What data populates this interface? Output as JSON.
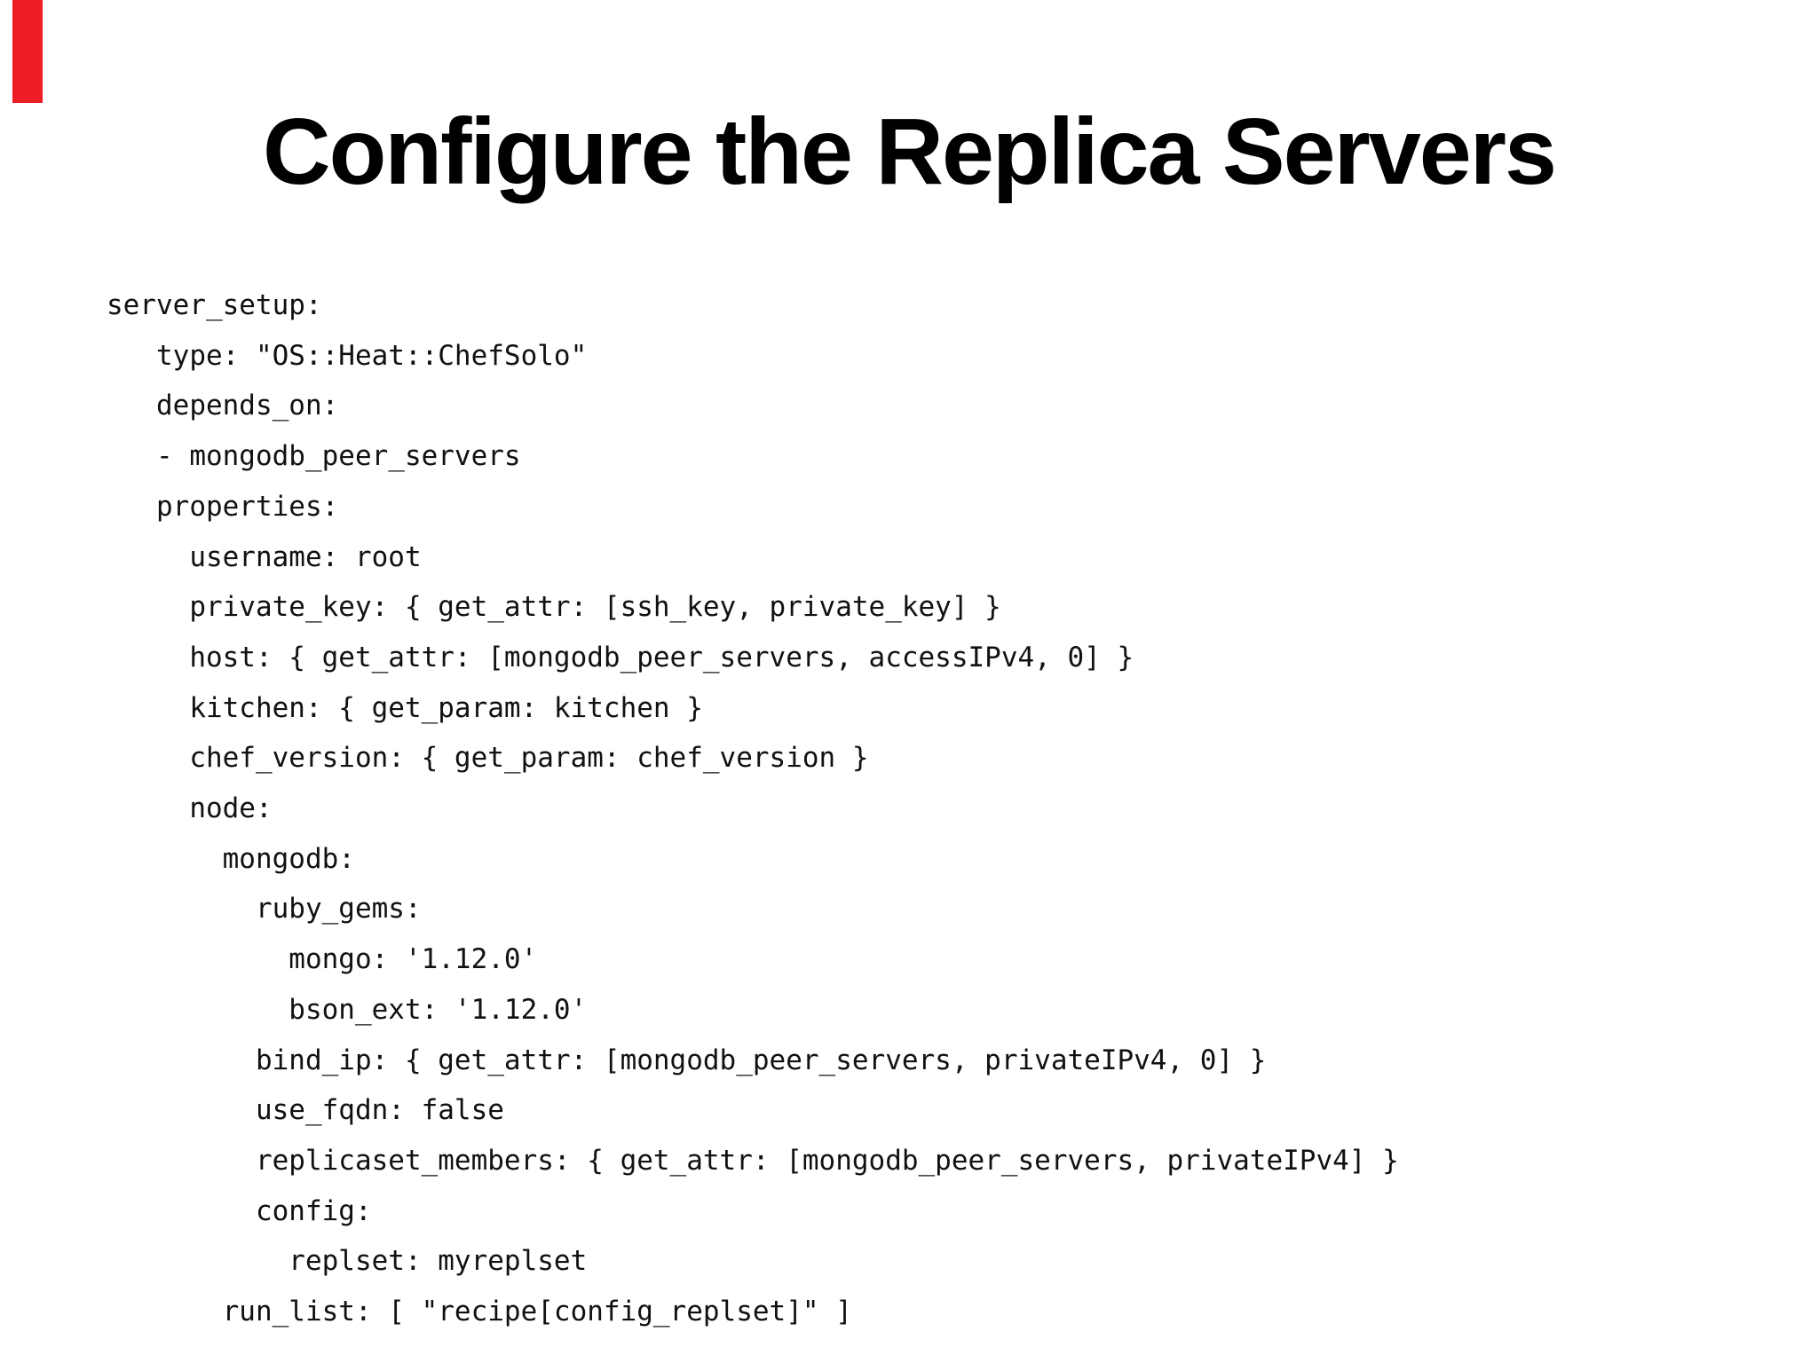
{
  "slide": {
    "title": "Configure the Replica Servers",
    "accent_bar_color": "#ee1c25",
    "background_color": "#ffffff",
    "title_color": "#000000",
    "code_color": "#111111"
  },
  "code": {
    "language": "yaml",
    "lines": [
      "server_setup:",
      "   type: \"OS::Heat::ChefSolo\"",
      "   depends_on:",
      "   - mongodb_peer_servers",
      "   properties:",
      "     username: root",
      "     private_key: { get_attr: [ssh_key, private_key] }",
      "     host: { get_attr: [mongodb_peer_servers, accessIPv4, 0] }",
      "     kitchen: { get_param: kitchen }",
      "     chef_version: { get_param: chef_version }",
      "     node:",
      "       mongodb:",
      "         ruby_gems:",
      "           mongo: '1.12.0'",
      "           bson_ext: '1.12.0'",
      "         bind_ip: { get_attr: [mongodb_peer_servers, privateIPv4, 0] }",
      "         use_fqdn: false",
      "         replicaset_members: { get_attr: [mongodb_peer_servers, privateIPv4] }",
      "         config:",
      "           replset: myreplset",
      "       run_list: [ \"recipe[config_replset]\" ]"
    ]
  }
}
